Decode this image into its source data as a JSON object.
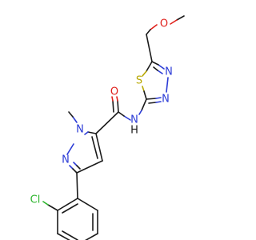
{
  "molecule": {
    "colors": {
      "carbon": "#1a1a1a",
      "nitrogen": "#2b3bd6",
      "oxygen": "#e0201b",
      "sulfur": "#b8a800",
      "chlorine": "#2db52d"
    },
    "atom_labels": {
      "methoxy_o": "O",
      "thiadiazole_s": "S",
      "thiadiazole_n1": "N",
      "thiadiazole_n2": "N",
      "amide_n": "N",
      "amide_h": "H",
      "amide_o": "O",
      "pyrazole_n1": "N",
      "pyrazole_n2": "N",
      "chlorine": "Cl"
    }
  }
}
